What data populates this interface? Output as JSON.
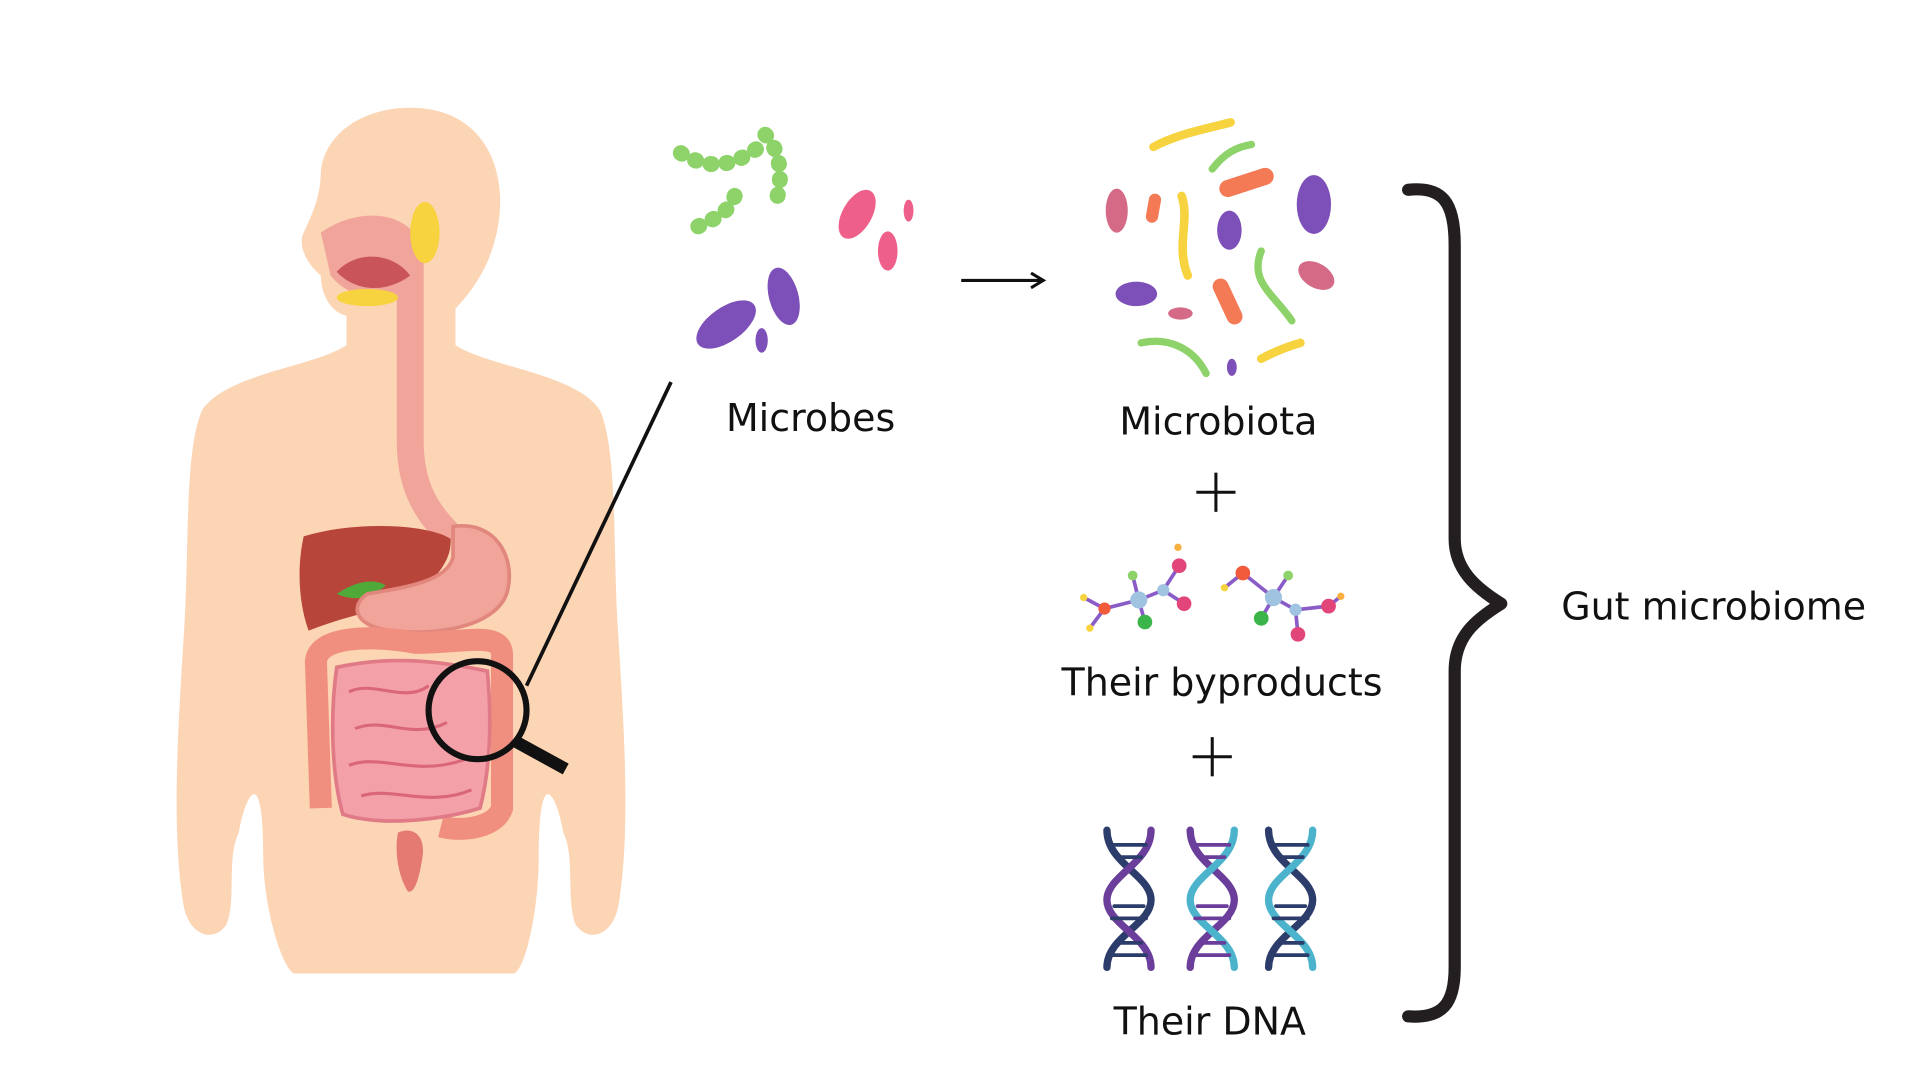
{
  "labels": {
    "microbes": "Microbes",
    "microbiota": "Microbiota",
    "byproducts": "Their byproducts",
    "dna": "Their DNA",
    "gut_microbiome": "Gut microbiome",
    "plus_1": "+",
    "plus_2": "+"
  },
  "colors": {
    "skin": "#fcd5b5",
    "organ": "#f0a49a",
    "liver": "#b8453a",
    "bracket": "#231f20",
    "green_microbe": "#8dd36a",
    "pink_microbe": "#ee5f8a",
    "purple_microbe": "#7d4fb8",
    "dna_dark": "#2c3d6b",
    "dna_purple": "#6a3e9a",
    "dna_cyan": "#4bb3cc"
  }
}
